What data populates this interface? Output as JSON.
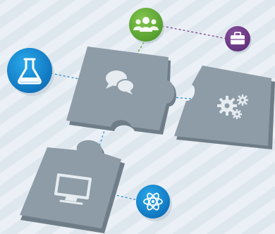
{
  "illustration": {
    "puzzle_pieces": [
      {
        "name": "conversation",
        "icon": "speech-bubbles-icon"
      },
      {
        "name": "settings",
        "icon": "gears-icon"
      },
      {
        "name": "computer",
        "icon": "monitor-icon"
      }
    ],
    "badges": [
      {
        "name": "science",
        "icon": "flask-icon",
        "color": "#1a8fd6"
      },
      {
        "name": "team",
        "icon": "users-icon",
        "color": "#6fb33f"
      },
      {
        "name": "business",
        "icon": "briefcase-icon",
        "color": "#7a4490"
      },
      {
        "name": "research",
        "icon": "atom-icon",
        "color": "#1a8fd6"
      }
    ],
    "colors": {
      "piece_top": "#8d9ca6",
      "piece_side": "#6e7d87",
      "icon_fill": "#e6ecf0",
      "connector_blue": "#2f8fd0",
      "connector_green": "#5ea83a",
      "connector_purple": "#7a4490"
    }
  }
}
